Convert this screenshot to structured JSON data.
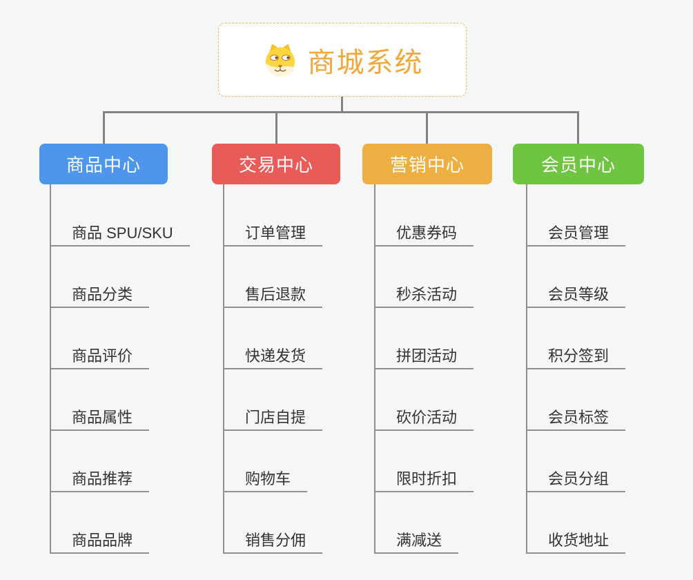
{
  "root": {
    "label": "商城系统",
    "icon": "dog-face-icon",
    "text_color": "#f0a73c",
    "border_color": "#e9ba67"
  },
  "branches": [
    {
      "label": "商品中心",
      "color": "#4d96ec",
      "children": [
        "商品 SPU/SKU",
        "商品分类",
        "商品评价",
        "商品属性",
        "商品推荐",
        "商品品牌"
      ]
    },
    {
      "label": "交易中心",
      "color": "#e85b58",
      "children": [
        "订单管理",
        "售后退款",
        "快递发货",
        "门店自提",
        "购物车",
        "销售分佣"
      ]
    },
    {
      "label": "营销中心",
      "color": "#edaf42",
      "children": [
        "优惠券码",
        "秒杀活动",
        "拼团活动",
        "砍价活动",
        "限时折扣",
        "满减送"
      ]
    },
    {
      "label": "会员中心",
      "color": "#6fc441",
      "children": [
        "会员管理",
        "会员等级",
        "积分签到",
        "会员标签",
        "会员分组",
        "收货地址"
      ]
    }
  ],
  "colors": {
    "background": "#f5f6f6",
    "connector_line": "#828282",
    "leaf_line": "#8f8f8f",
    "leaf_text": "#333333",
    "root_background": "#ffffff"
  }
}
